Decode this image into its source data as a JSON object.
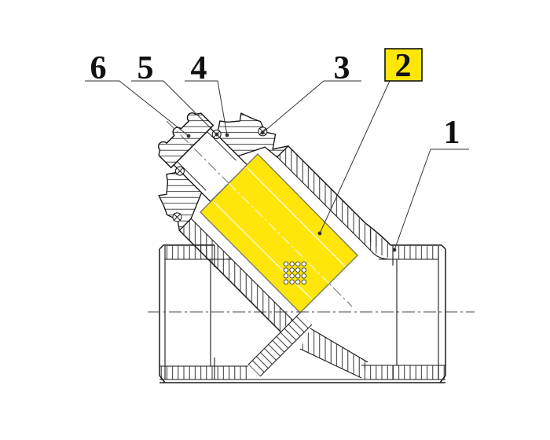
{
  "diagram": {
    "title": "",
    "callouts": {
      "c6": {
        "label": "6",
        "highlighted": false
      },
      "c5": {
        "label": "5",
        "highlighted": false
      },
      "c4": {
        "label": "4",
        "highlighted": false
      },
      "c3": {
        "label": "3",
        "highlighted": false
      },
      "c2": {
        "label": "2",
        "highlighted": true
      },
      "c1": {
        "label": "1",
        "highlighted": false
      }
    },
    "highlight_color": "#FFE60A",
    "line_color": "#1a1a1a",
    "leader_color": "#333333",
    "background_color": "#ffffff"
  }
}
